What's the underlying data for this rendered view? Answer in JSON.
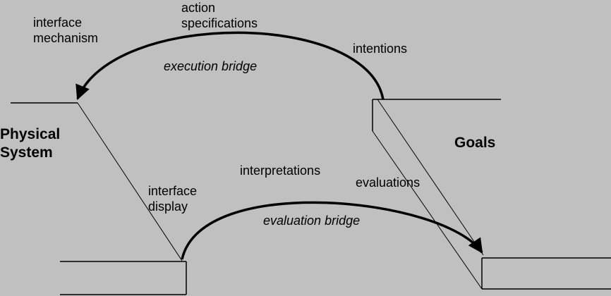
{
  "labels": {
    "interface_mechanism": [
      "interface",
      "mechanism"
    ],
    "action_specifications": [
      "action",
      "specifications"
    ],
    "intentions": "intentions",
    "execution_bridge": "execution bridge",
    "physical_system": [
      "Physical",
      "System"
    ],
    "goals": "Goals",
    "interpretations": "interpretations",
    "evaluations": "evaluations",
    "interface_display": [
      "interface",
      "display"
    ],
    "evaluation_bridge": "evaluation bridge"
  },
  "colors": {
    "background": "#c0c0c0",
    "ink": "#000000"
  }
}
